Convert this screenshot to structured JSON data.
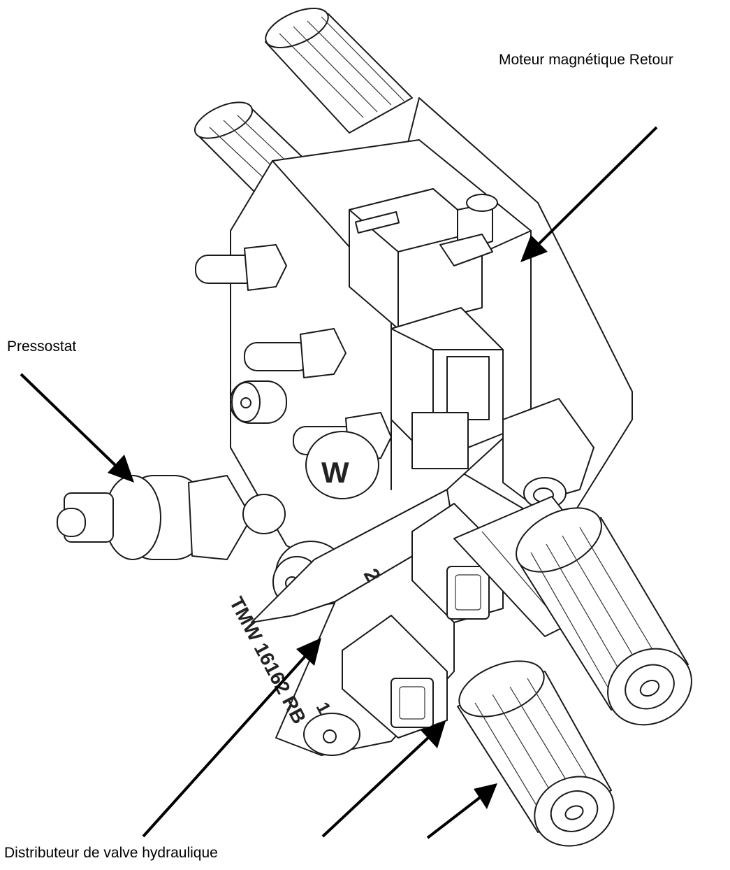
{
  "labels": {
    "moteur": "Moteur magnétique Retour",
    "pressostat": "Pressostat",
    "distributeur": "Distributeur de valve hydraulique"
  },
  "engraving": {
    "part_number": "TMW 16162 RB",
    "port_2": "2",
    "port_1": "1"
  }
}
